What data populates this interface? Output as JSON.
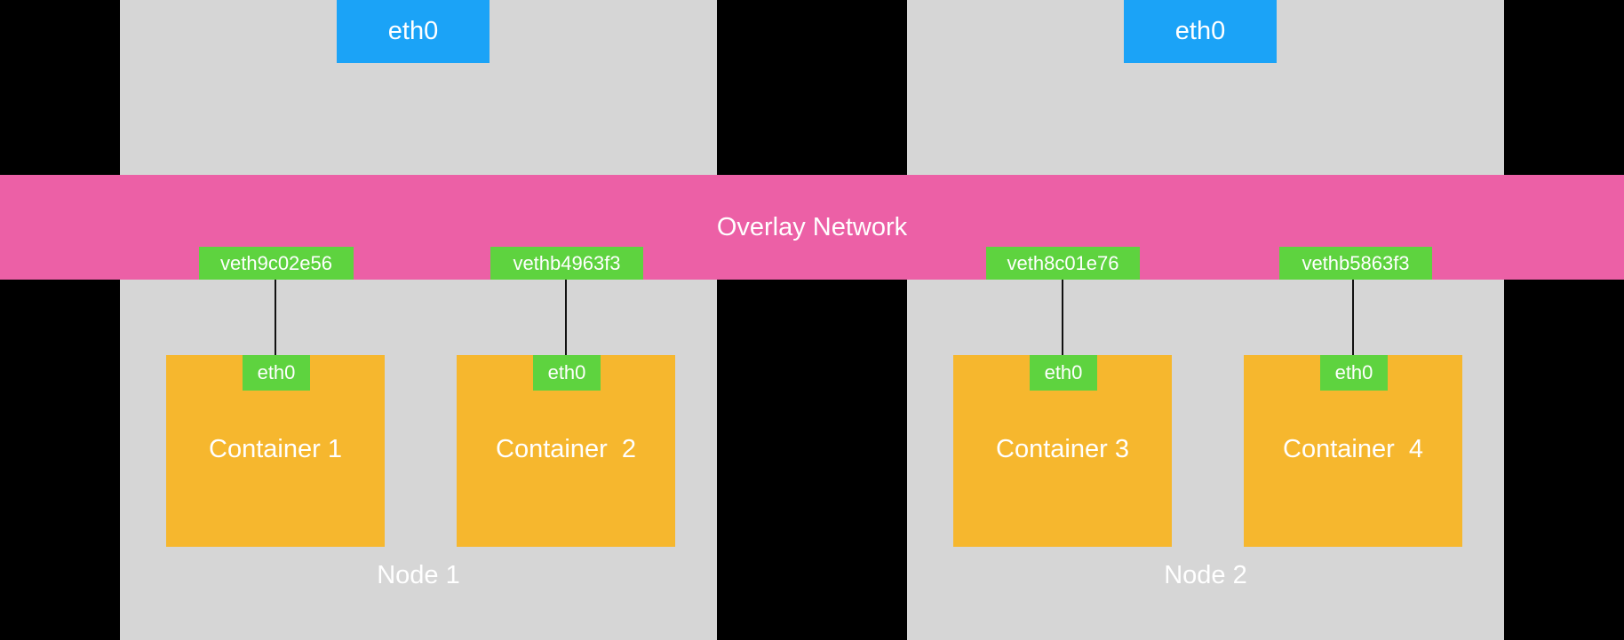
{
  "nodes": [
    {
      "label": "Node 1",
      "eth": "eth0"
    },
    {
      "label": "Node 2",
      "eth": "eth0"
    }
  ],
  "overlay": {
    "label": "Overlay Network"
  },
  "veths": [
    "veth9c02e56",
    "vethb4963f3",
    "veth8c01e76",
    "vethb5863f3"
  ],
  "containers": [
    {
      "name": "Container 1",
      "eth": "eth0"
    },
    {
      "name": "Container  2",
      "eth": "eth0"
    },
    {
      "name": "Container 3",
      "eth": "eth0"
    },
    {
      "name": "Container  4",
      "eth": "eth0"
    }
  ],
  "colors": {
    "background": "#000000",
    "node": "#d6d6d6",
    "host_eth": "#1ba3f7",
    "overlay": "#ec60a6",
    "veth": "#5ed33f",
    "container": "#f6b72e"
  }
}
